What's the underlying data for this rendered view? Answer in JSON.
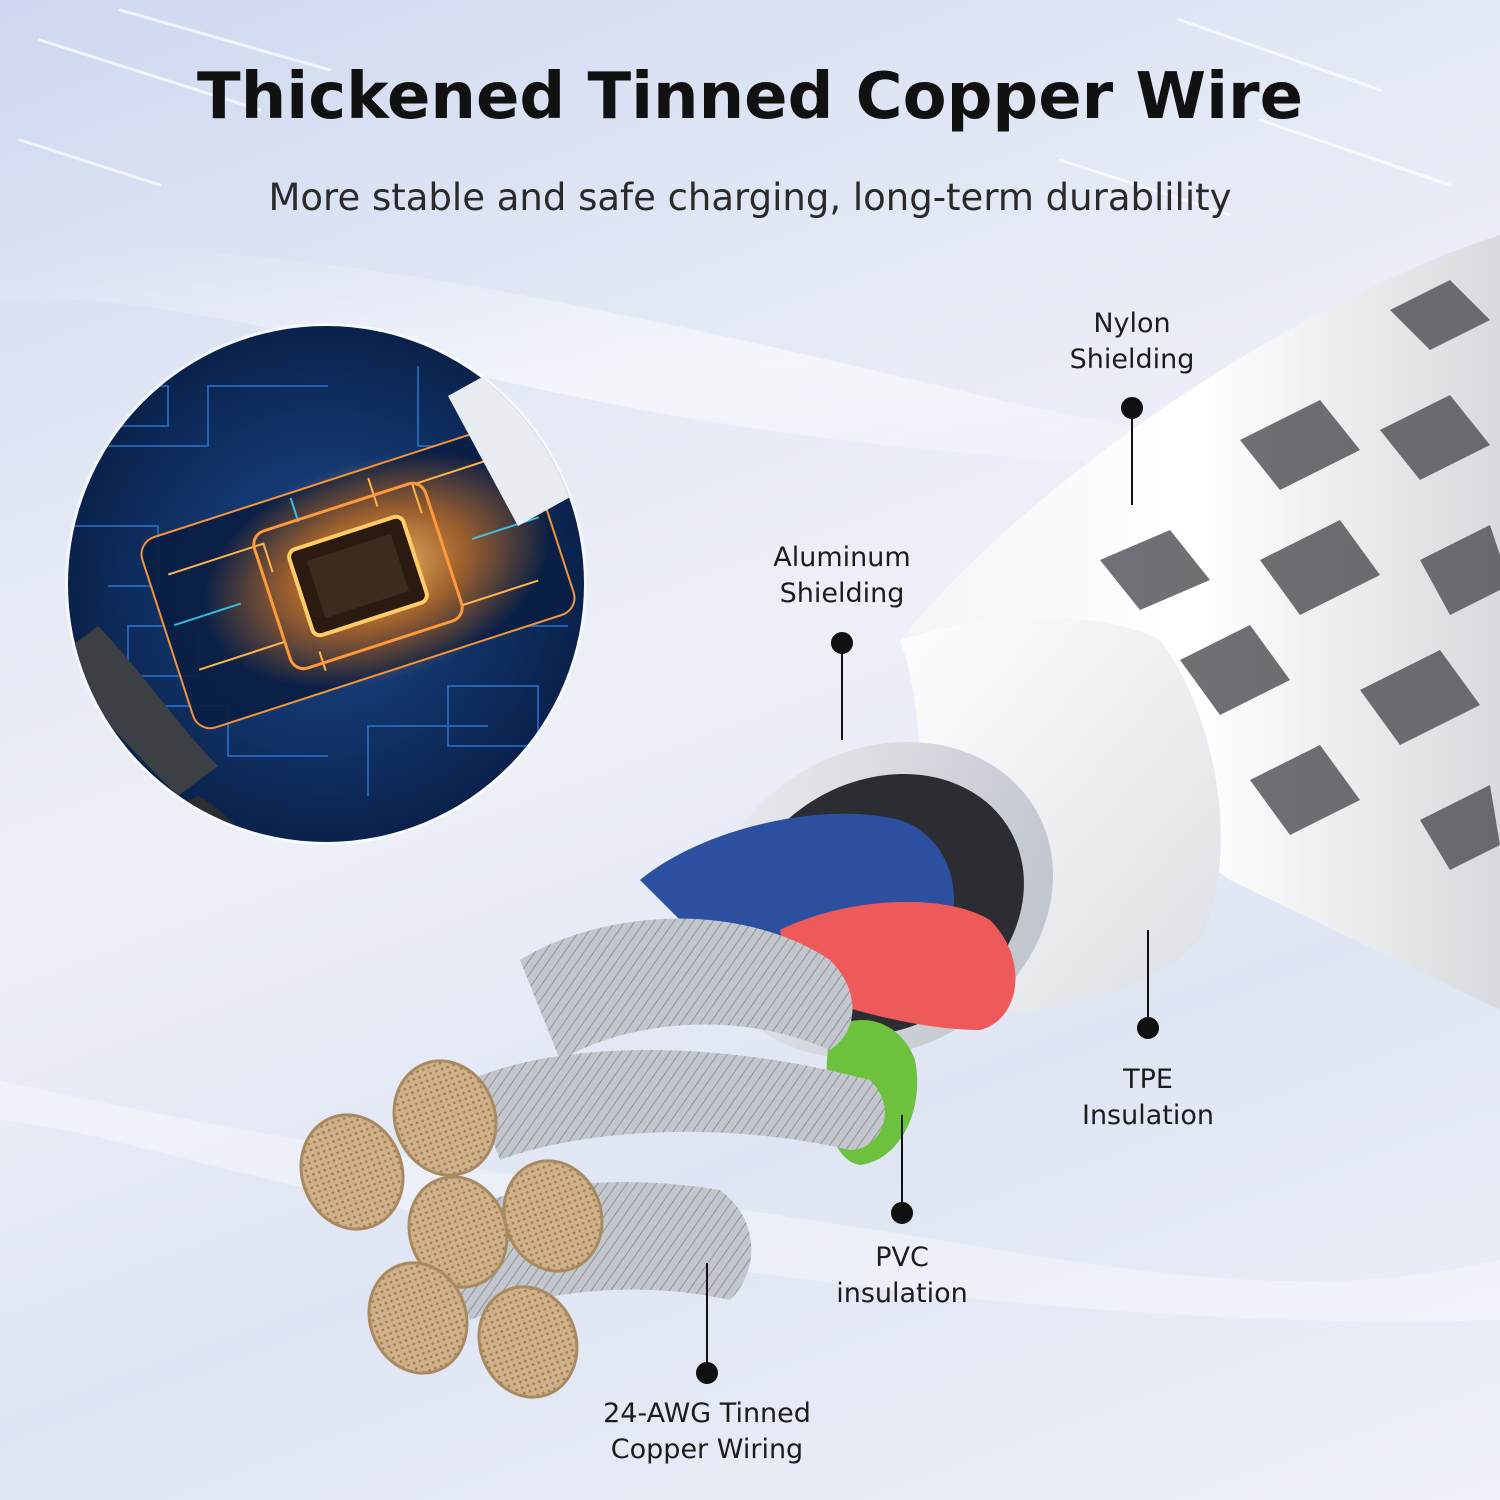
{
  "header": {
    "title": "Thickened Tinned Copper Wire",
    "subtitle": "More stable and safe charging, long-term durablility"
  },
  "labels": {
    "nylon": {
      "line1": "Nylon",
      "line2": "Shielding"
    },
    "aluminum": {
      "line1": "Aluminum",
      "line2": "Shielding"
    },
    "tpe": {
      "line1": "TPE",
      "line2": "Insulation"
    },
    "pvc": {
      "line1": "PVC",
      "line2": "insulation"
    },
    "copper": {
      "line1": "24-AWG Tinned",
      "line2": "Copper Wiring"
    }
  },
  "colors": {
    "wire_blue": "#2d4fa0",
    "wire_red": "#ee5a5a",
    "wire_green": "#6cc23c",
    "copper_core": "#c9aa7e",
    "circuit_glow": "#ff8a1c",
    "circuit_base": "#0b2a5c"
  }
}
